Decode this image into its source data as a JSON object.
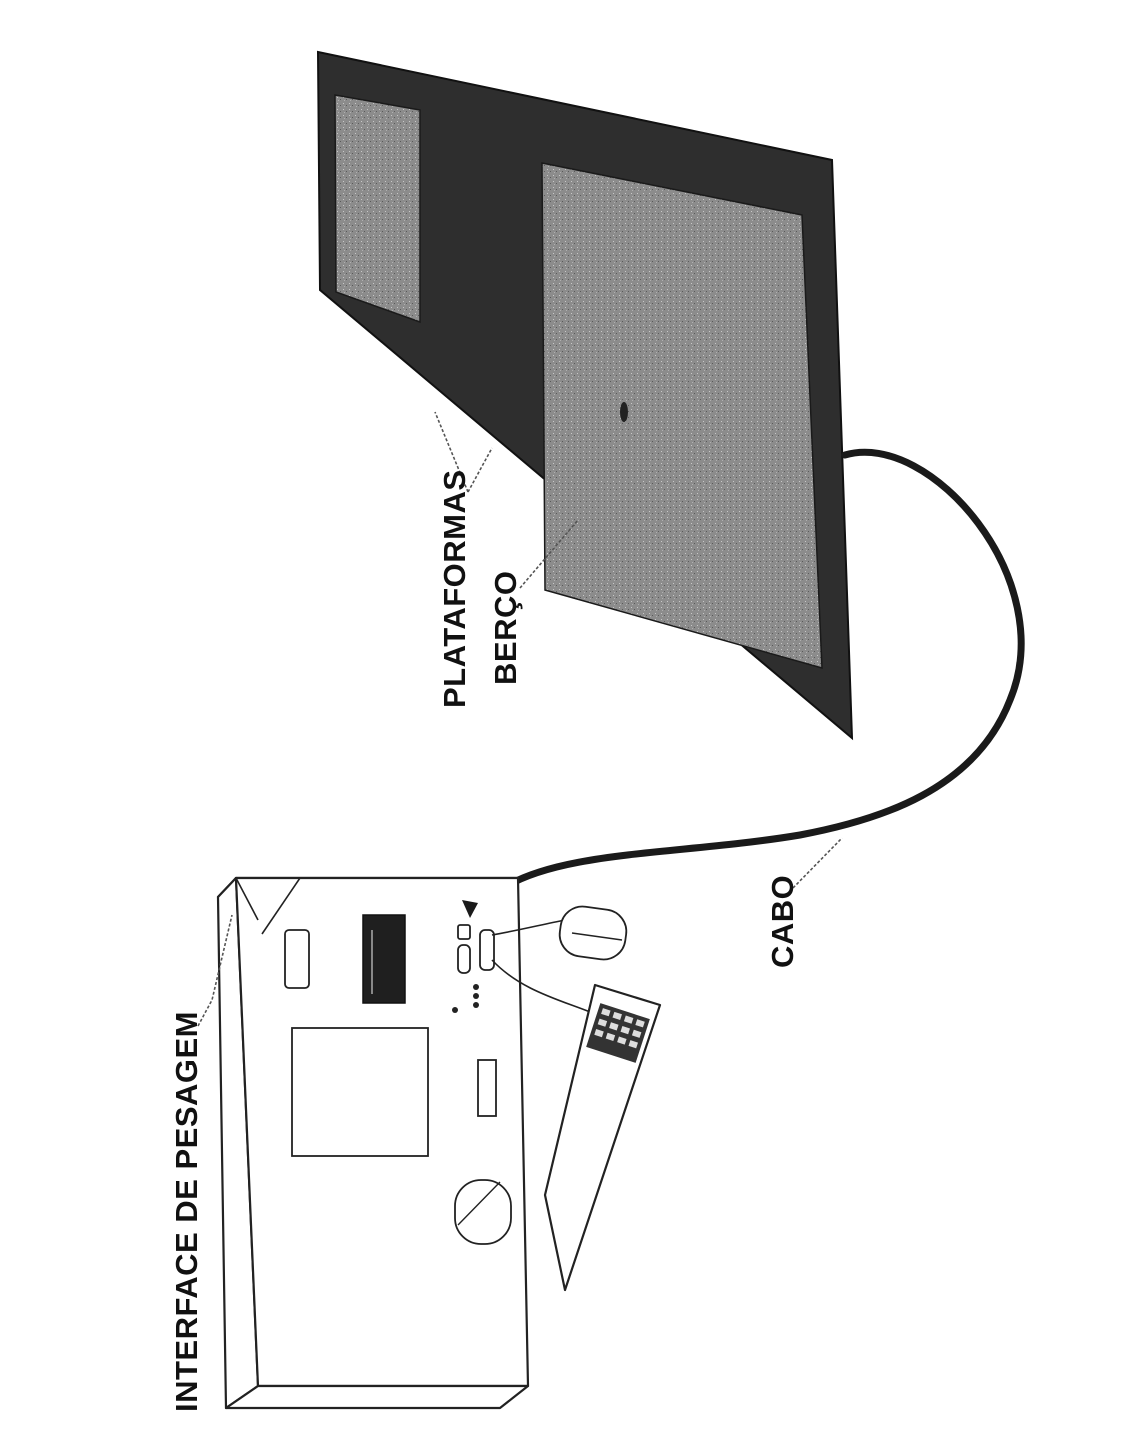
{
  "labels": {
    "interface": "INTERFACE DE PESAGEM",
    "platforms": "PLATAFORMAS",
    "cradle": "BERÇO",
    "cable": "CABO"
  },
  "colors": {
    "background": "#ffffff",
    "cradle_fill": "#2e2e2e",
    "platform_fill": "#8c8c8c",
    "cable": "#1a1a1a",
    "line": "#222222"
  },
  "icons": [
    "weighing-interface-device",
    "mouse-icon",
    "keypad-icon",
    "platform-cradle"
  ]
}
